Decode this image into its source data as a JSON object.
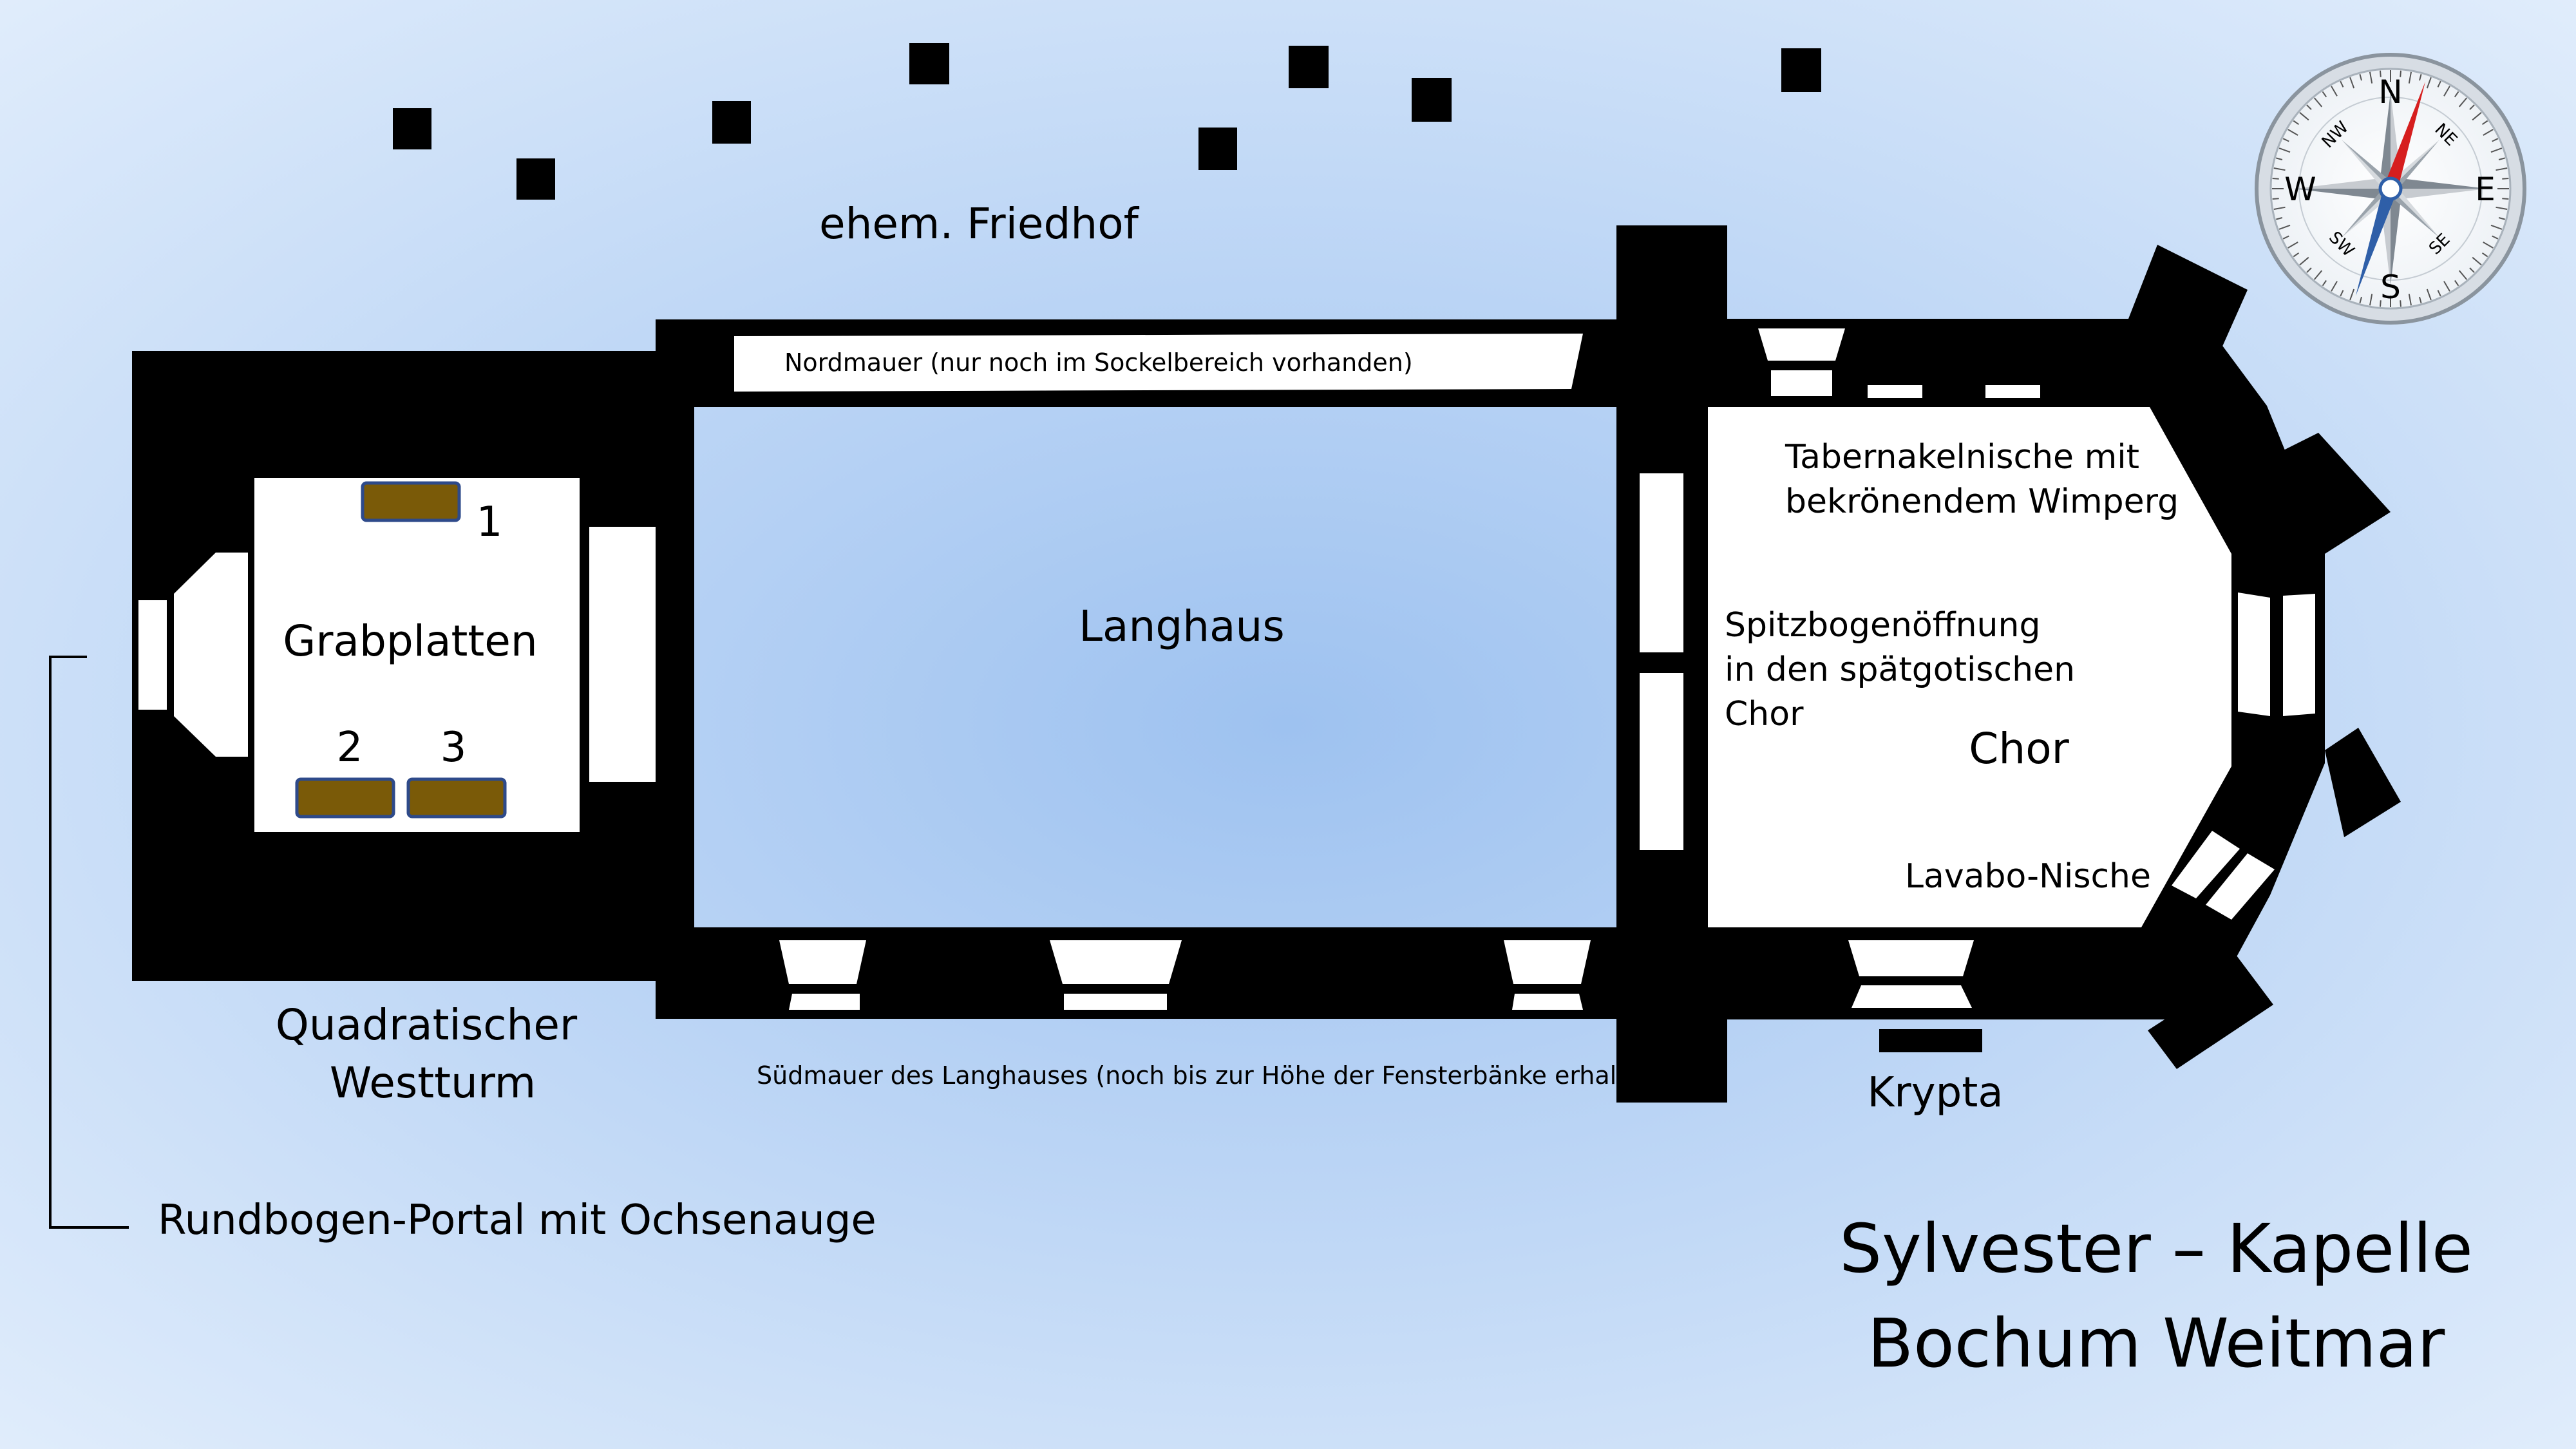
{
  "title": {
    "line1": "Sylvester – Kapelle",
    "line2": "Bochum Weitmar"
  },
  "labels": {
    "cemetery": "ehem. Friedhof",
    "north_wall": "Nordmauer (nur noch im Sockelbereich vorhanden)",
    "nave": "Langhaus",
    "tomb_slabs": "Grabplatten",
    "slab_1": "1",
    "slab_2": "2",
    "slab_3": "3",
    "west_tower_line1": "Quadratischer",
    "west_tower_line2": "Westturm",
    "portal": "Rundbogen-Portal mit Ochsenauge",
    "south_wall": "Südmauer des Langhauses (noch bis zur Höhe der Fensterbänke erhalten)",
    "tabernacle_line1": "Tabernakelnische mit",
    "tabernacle_line2": "bekrönendem Wimperg",
    "arch_line1": "Spitzbogenöffnung",
    "arch_line2": "in den spätgotischen",
    "arch_line3": "Chor",
    "choir": "Chor",
    "lavabo": "Lavabo-Nische",
    "crypt": "Krypta"
  },
  "compass": {
    "north": "N",
    "south": "S",
    "east": "E",
    "west": "W",
    "northeast": "NE",
    "northwest": "NW",
    "southeast": "SE",
    "southwest": "SW",
    "needle_north_color": "#d61e1e",
    "needle_south_color": "#2f5fa8"
  },
  "colors": {
    "background_center": "#9ec2f0",
    "background_edge": "#e2eefb",
    "walls": "#000000",
    "tomb_slab": "#7a5a08"
  }
}
